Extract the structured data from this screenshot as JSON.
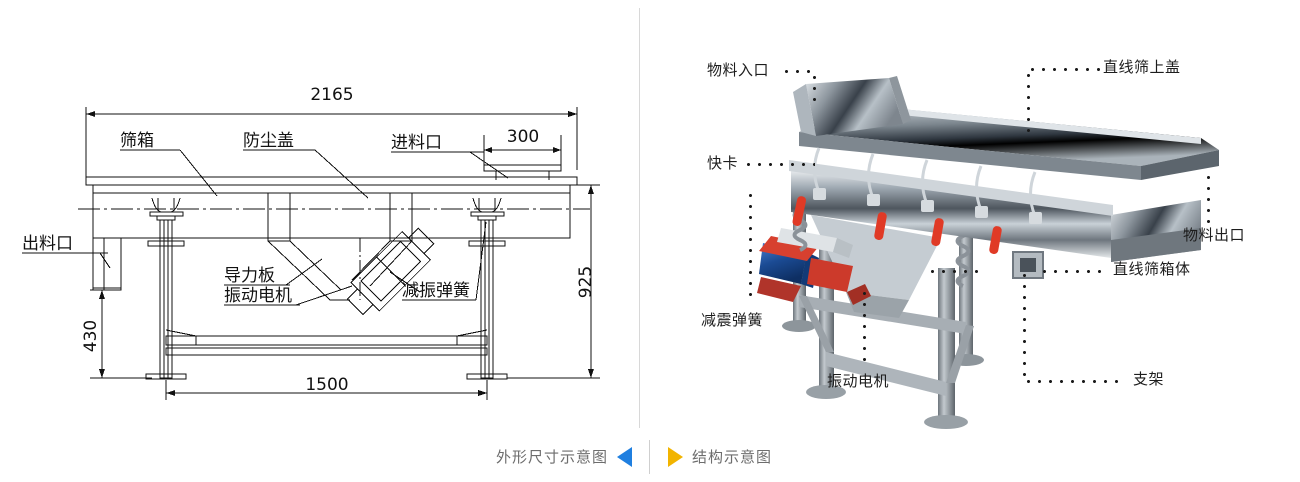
{
  "footer": {
    "left_caption": "外形尺寸示意图",
    "right_caption": "结构示意图",
    "left_arrow_icon": "triangle-left-icon",
    "right_arrow_icon": "triangle-right-icon",
    "left_arrow_color": "#1f7fe0",
    "right_arrow_color": "#f2b400"
  },
  "drawing": {
    "title": "外形尺寸示意图",
    "dimensions": {
      "overall_length": "2165",
      "inlet_width": "300",
      "overall_height": "925",
      "frame_height": "430",
      "frame_length": "1500"
    },
    "callouts": {
      "screen_box": "筛箱",
      "dust_cover": "防尘盖",
      "feed_inlet": "进料口",
      "discharge_outlet": "出料口",
      "guide_plate": "导力板",
      "vibration_motor": "振动电机",
      "damping_spring": "减振弹簧"
    }
  },
  "photo": {
    "title": "结构示意图",
    "labels": {
      "material_inlet": "物料入口",
      "screen_top_cover": "直线筛上盖",
      "quick_clamp": "快卡",
      "material_outlet": "物料出口",
      "screen_body": "直线筛箱体",
      "shock_spring": "减震弹簧",
      "vibration_motor": "振动电机",
      "support_frame": "支架"
    }
  }
}
